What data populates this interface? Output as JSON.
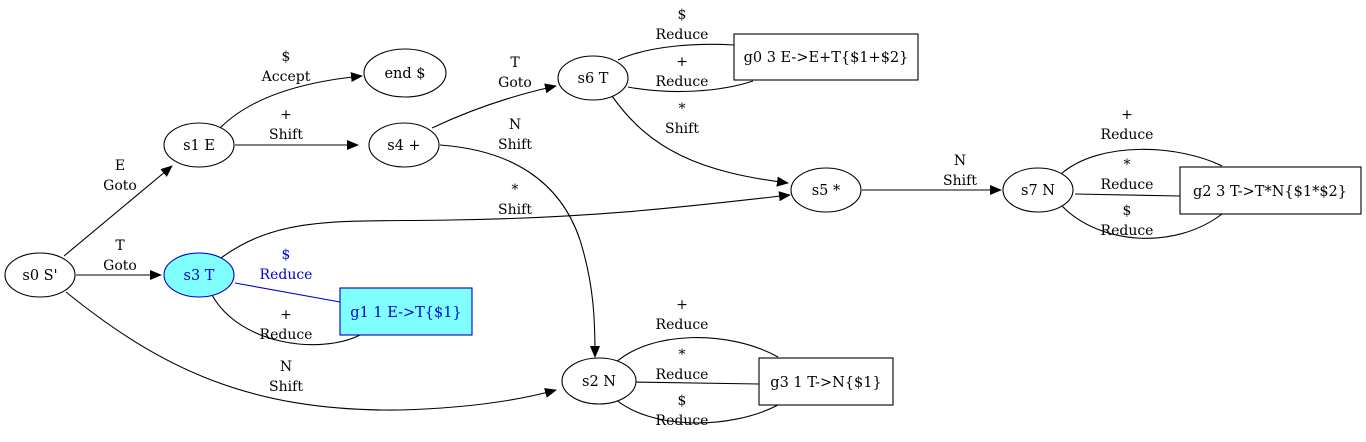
{
  "colors": {
    "default_stroke": "#000000",
    "highlight_stroke": "#0000cc",
    "highlight_fill": "#80ffff",
    "highlight_text": "#0000cc",
    "background": "#ffffff"
  },
  "nodes": {
    "s0": "s0 S'",
    "s1": "s1 E",
    "end": "end $",
    "s4": "s4 +",
    "s6": "s6 T",
    "g0": "g0 3 E->E+T{$1+$2}",
    "s5": "s5 *",
    "s7": "s7 N",
    "g2": "g2 3 T->T*N{$1*$2}",
    "s3": "s3 T",
    "g1": "g1 1 E->T{$1}",
    "s2": "s2 N",
    "g3": "g3 1 T->N{$1}"
  },
  "edges": {
    "s0_s1": {
      "symbol": "E",
      "action": "Goto"
    },
    "s0_s3": {
      "symbol": "T",
      "action": "Goto"
    },
    "s0_s2": {
      "symbol": "N",
      "action": "Shift"
    },
    "s1_end": {
      "symbol": "$",
      "action": "Accept"
    },
    "s1_s4": {
      "symbol": "+",
      "action": "Shift"
    },
    "s4_s6": {
      "symbol": "T",
      "action": "Goto"
    },
    "s4_s2": {
      "symbol": "N",
      "action": "Shift"
    },
    "s6_g0_dollar": {
      "symbol": "$",
      "action": "Reduce"
    },
    "s6_g0_plus": {
      "symbol": "+",
      "action": "Reduce"
    },
    "s6_s5": {
      "symbol": "*",
      "action": "Shift"
    },
    "s3_s5": {
      "symbol": "*",
      "action": "Shift"
    },
    "s3_g1_dollar": {
      "symbol": "$",
      "action": "Reduce"
    },
    "s3_g1_plus": {
      "symbol": "+",
      "action": "Reduce"
    },
    "s5_s7": {
      "symbol": "N",
      "action": "Shift"
    },
    "s7_g2_plus": {
      "symbol": "+",
      "action": "Reduce"
    },
    "s7_g2_star": {
      "symbol": "*",
      "action": "Reduce"
    },
    "s7_g2_dollar": {
      "symbol": "$",
      "action": "Reduce"
    },
    "s2_g3_plus": {
      "symbol": "+",
      "action": "Reduce"
    },
    "s2_g3_star": {
      "symbol": "*",
      "action": "Reduce"
    },
    "s2_g3_dollar": {
      "symbol": "$",
      "action": "Reduce"
    }
  }
}
